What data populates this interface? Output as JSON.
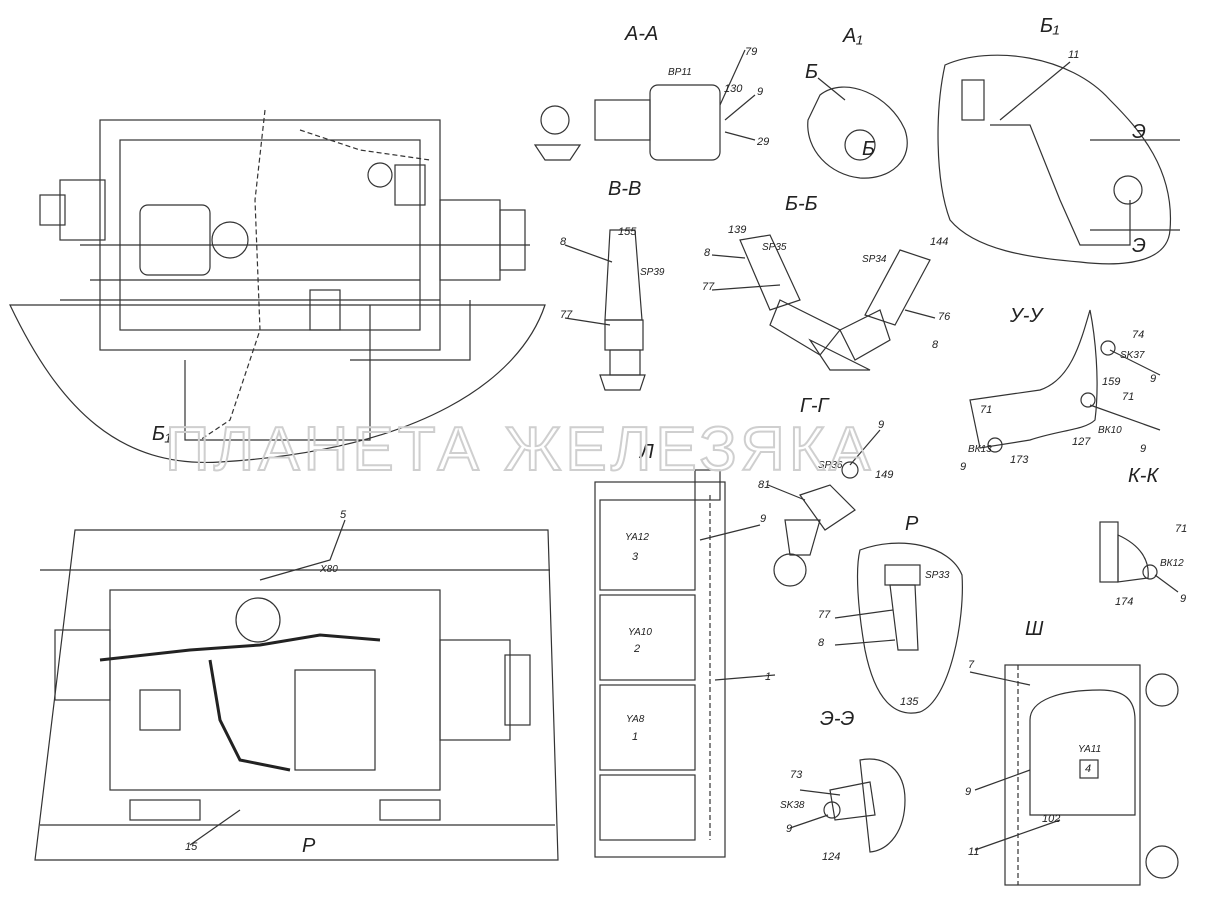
{
  "watermark": "ПЛАНЕТА ЖЕЛЕЗЯКА",
  "sections": {
    "aa": "А-А",
    "a1": "А₁",
    "b1": "Б₁",
    "vv": "В-В",
    "bb": "Б-Б",
    "uu": "У-У",
    "gg": "Г-Г",
    "l": "Л",
    "r": "Р",
    "kk": "К-К",
    "ee": "Э-Э",
    "sh": "Ш",
    "b1_main": "Б₁",
    "r_bottom": "Р"
  },
  "codes": {
    "bp11": "ВР11",
    "sp39": "SP39",
    "sp35": "SP35",
    "sp34": "SP34",
    "sk37": "SK37",
    "bk10": "ВК10",
    "bk13": "ВК13",
    "sp36": "SP36",
    "sp33": "SP33",
    "bk12": "ВК12",
    "sk38": "SK38",
    "ya12": "YA12",
    "ya10": "YA10",
    "ya8": "YA8",
    "ya11": "YA11",
    "x80": "Х80"
  },
  "numbers": {
    "n79": "79",
    "n130": "130",
    "n9_aa": "9",
    "n29": "29",
    "n11_b1": "11",
    "e1": "Э",
    "e2": "Э",
    "b_a1": "Б",
    "b_a1b": "Б",
    "n8_vv": "8",
    "n155": "155",
    "n77_vv": "77",
    "n139": "139",
    "n8_bb": "8",
    "n77_bb": "77",
    "n144": "144",
    "n76": "76",
    "n8_bb2": "8",
    "n74": "74",
    "n159": "159",
    "n9_uu": "9",
    "n71_uu": "71",
    "n127": "127",
    "n9_uu2": "9",
    "n71_uu2": "71",
    "n173": "173",
    "n9_uu3": "9",
    "n9_gg": "9",
    "n149": "149",
    "n81": "81",
    "n9_l": "9",
    "n3": "3",
    "n2": "2",
    "n1_ya": "1",
    "n1": "1",
    "n77_r": "77",
    "n8_r": "8",
    "n135": "135",
    "n71_kk": "71",
    "n174": "174",
    "n9_kk": "9",
    "n73": "73",
    "n9_ee": "9",
    "n124": "124",
    "n7": "7",
    "n9_sh": "9",
    "n4": "4",
    "n102": "102",
    "n11_sh": "11",
    "n5": "5",
    "n15": "15"
  }
}
